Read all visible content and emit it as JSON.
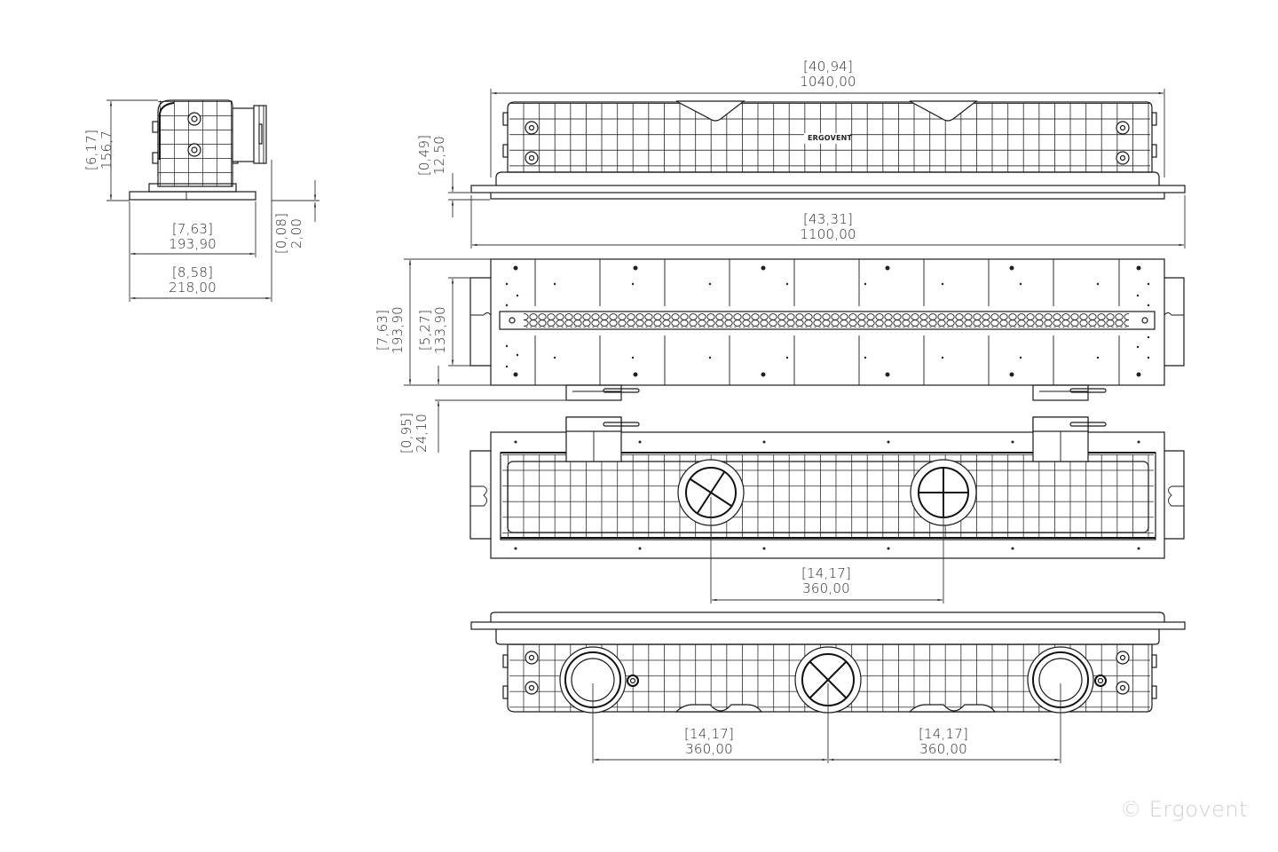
{
  "drawing": {
    "brand_mark": "ERGOVENT",
    "copyright": "© Ergovent",
    "colors": {
      "line": "#1a1a1a",
      "dimension": "#333333",
      "watermark": "#cfcfcf",
      "background": "#ffffff"
    }
  },
  "views": {
    "side_view": {
      "dims": {
        "height": {
          "inch": "[6,17]",
          "mm": "156,7"
        },
        "flange_thickness": {
          "inch": "[0,08]",
          "mm": "2,00"
        },
        "body_width": {
          "inch": "[7,63]",
          "mm": "193,90"
        },
        "flange_width": {
          "inch": "[8,58]",
          "mm": "218,00"
        }
      }
    },
    "front_view": {
      "dims": {
        "body_length": {
          "inch": "[40,94]",
          "mm": "1040,00"
        },
        "flange_length": {
          "inch": "[43,31]",
          "mm": "1100,00"
        },
        "flange_offset": {
          "inch": "[0,49]",
          "mm": "12,50"
        }
      }
    },
    "top_view": {
      "dims": {
        "overall_width": {
          "inch": "[7,63]",
          "mm": "193,90"
        },
        "tab_width": {
          "inch": "[5,27]",
          "mm": "133,90"
        },
        "connector_offset": {
          "inch": "[0,95]",
          "mm": "24,10"
        }
      }
    },
    "bottom_view": {
      "dims": {
        "outlet_spacing": {
          "inch": "[14,17]",
          "mm": "360,00"
        }
      }
    },
    "rear_view": {
      "dims": {
        "left_spacing": {
          "inch": "[14,17]",
          "mm": "360,00"
        },
        "right_spacing": {
          "inch": "[14,17]",
          "mm": "360,00"
        }
      }
    }
  }
}
